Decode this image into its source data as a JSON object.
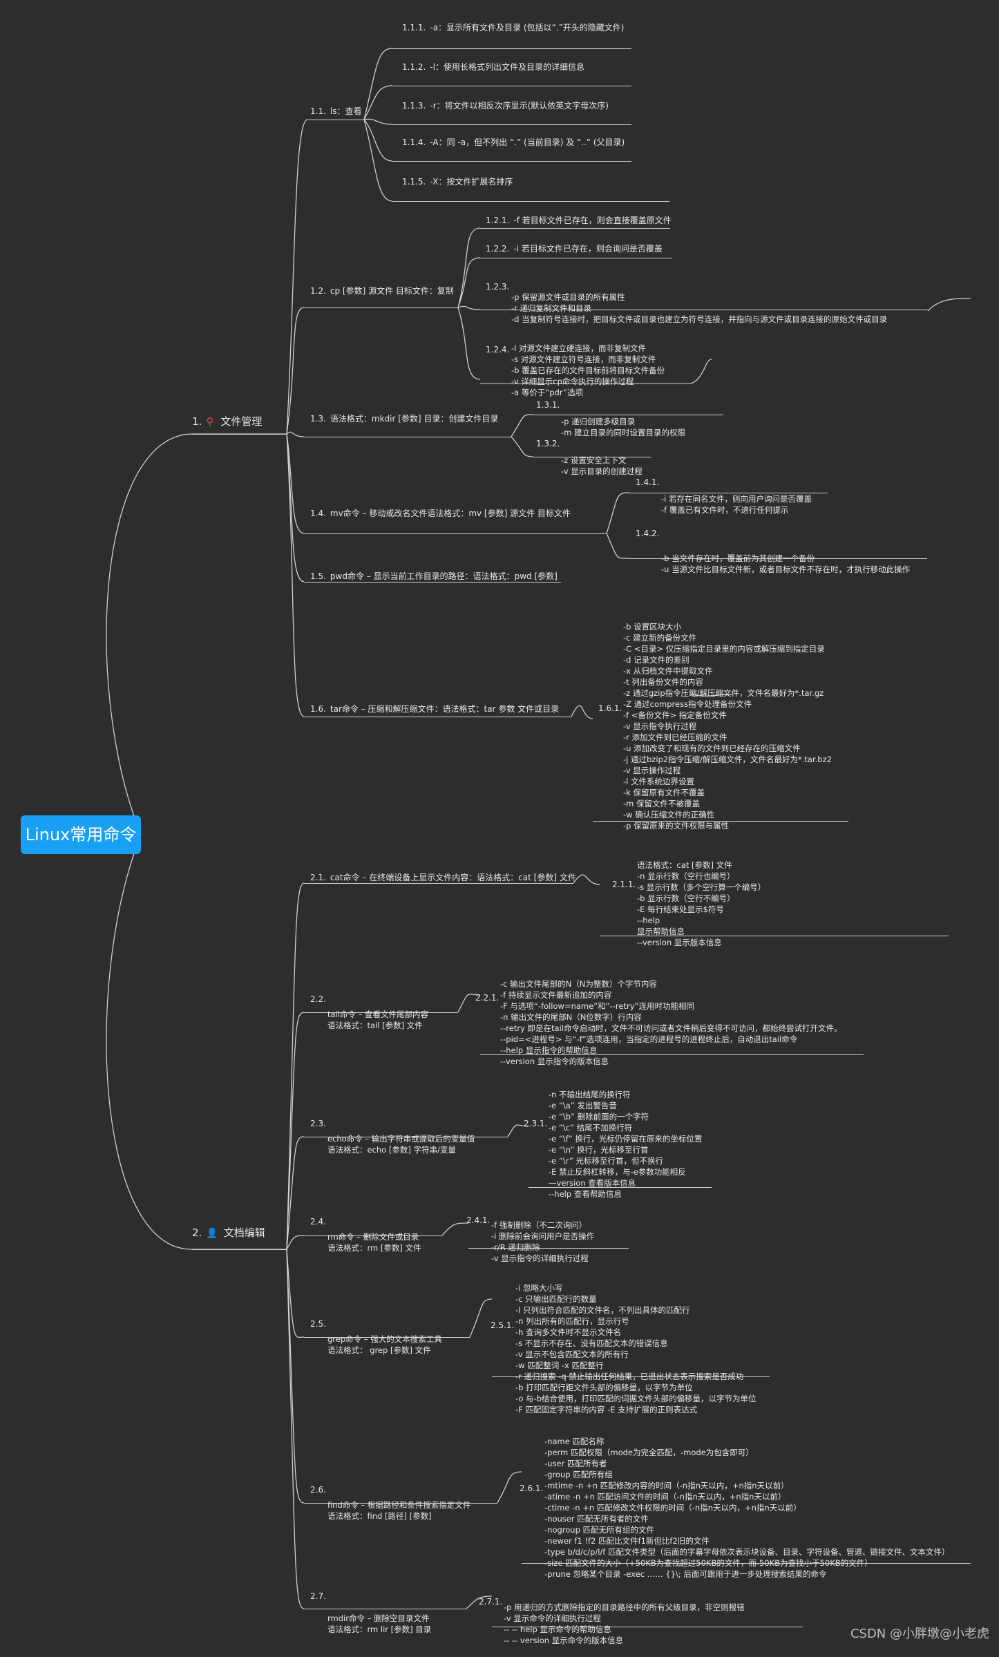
{
  "root": "Linux常用命令",
  "watermark": "CSDN @小胖墩@小老虎",
  "sec1": {
    "num": "1.",
    "title": "文件管理",
    "n11": {
      "num": "1.1.",
      "text": "ls：查看"
    },
    "n111": {
      "num": "1.1.1.",
      "text": "-a：显示所有文件及目录 (包括以“.”开头的隐藏文件)"
    },
    "n112": {
      "num": "1.1.2.",
      "text": "-l：使用长格式列出文件及目录的详细信息"
    },
    "n113": {
      "num": "1.1.3.",
      "text": "-r：将文件以相反次序显示(默认依英文字母次序)"
    },
    "n114": {
      "num": "1.1.4.",
      "text": "-A：同 -a，但不列出 “.” (当前目录) 及 “..” (父目录)"
    },
    "n115": {
      "num": "1.1.5.",
      "text": "-X：按文件扩展名排序"
    },
    "n12": {
      "num": "1.2.",
      "text": "cp [参数] 源文件 目标文件：复制"
    },
    "n121": {
      "num": "1.2.1.",
      "text": "-f 若目标文件已存在，则会直接覆盖原文件"
    },
    "n122": {
      "num": "1.2.2.",
      "text": "-i 若目标文件已存在，则会询问是否覆盖"
    },
    "n123": {
      "num": "1.2.3.",
      "lines": [
        "-p 保留源文件或目录的所有属性",
        "-r 递归复制文件和目录",
        "-d 当复制符号连接时，把目标文件或目录也建立为符号连接，并指向与源文件或目录连接的原始文件或目录"
      ]
    },
    "n124": {
      "num": "1.2.4.",
      "lines": [
        "-l 对源文件建立硬连接，而非复制文件",
        "-s 对源文件建立符号连接，而非复制文件",
        "-b 覆盖已存在的文件目标前将目标文件备份",
        "-v 详细显示cp命令执行的操作过程",
        "-a 等价于“pdr”选项"
      ]
    },
    "n13": {
      "num": "1.3.",
      "text": "语法格式：mkdir [参数] 目录：创建文件目录"
    },
    "n131": {
      "num": "1.3.1.",
      "lines": [
        "-p 递归创建多级目录",
        "-m 建立目录的同时设置目录的权限"
      ]
    },
    "n132": {
      "num": "1.3.2.",
      "lines": [
        "-z 设置安全上下文",
        "-v 显示目录的创建过程"
      ]
    },
    "n14": {
      "num": "1.4.",
      "text": "mv命令 – 移动或改名文件语法格式：mv [参数] 源文件 目标文件"
    },
    "n141": {
      "num": "1.4.1.",
      "lines": [
        "-i 若存在同名文件，则向用户询问是否覆盖",
        "-f 覆盖已有文件时，不进行任何提示"
      ]
    },
    "n142": {
      "num": "1.4.2.",
      "lines": [
        "-b 当文件存在时，覆盖前为其创建一个备份",
        "-u 当源文件比目标文件新，或者目标文件不存在时，才执行移动此操作"
      ]
    },
    "n15": {
      "num": "1.5.",
      "text": "pwd命令 – 显示当前工作目录的路径：语法格式：pwd [参数]"
    },
    "n16": {
      "num": "1.6.",
      "text": "tar命令 – 压缩和解压缩文件：语法格式：tar 参数 文件或目录"
    },
    "n161": {
      "num": "1.6.1.",
      "lines": [
        "-b 设置区块大小",
        "-c 建立新的备份文件",
        "-C <目录> 仅压缩指定目录里的内容或解压缩到指定目录",
        "-d 记录文件的差别",
        "-x 从归档文件中提取文件",
        "-t 列出备份文件的内容",
        "-z 通过gzip指令压缩/解压缩文件，文件名最好为*.tar.gz",
        "-Z 通过compress指令处理备份文件",
        "-f <备份文件> 指定备份文件",
        "-v 显示指令执行过程",
        "-r 添加文件到已经压缩的文件",
        "-u 添加改变了和现有的文件到已经存在的压缩文件",
        "-j 通过bzip2指令压缩/解压缩文件，文件名最好为*.tar.bz2",
        "-v 显示操作过程",
        "-l 文件系统边界设置",
        "-k 保留原有文件不覆盖",
        "-m 保留文件不被覆盖",
        "-w 确认压缩文件的正确性",
        "-p 保留原来的文件权限与属性"
      ]
    }
  },
  "sec2": {
    "num": "2.",
    "title": "文档编辑",
    "n21": {
      "num": "2.1.",
      "text": "cat命令 – 在终端设备上显示文件内容：语法格式：cat [参数] 文件"
    },
    "n211": {
      "num": "2.1.1.",
      "lines": [
        "语法格式：cat [参数] 文件",
        "-n 显示行数（空行也编号）",
        "-s 显示行数（多个空行算一个编号）",
        "-b 显示行数（空行不编号）",
        "-E 每行结束处显示$符号",
        "--help",
        "显示帮助信息",
        "--version 显示版本信息"
      ]
    },
    "n22": {
      "num": "2.2.",
      "lines": [
        "tail命令 – 查看文件尾部内容",
        "语法格式：tail [参数] 文件"
      ]
    },
    "n221": {
      "num": "2.2.1.",
      "lines": [
        "-c 输出文件尾部的N（N为整数）个字节内容",
        "-f 持续显示文件最新追加的内容",
        "-F 与选项“-follow=name”和“--retry”连用时功能相同",
        "-n 输出文件的尾部N（N位数字）行内容",
        "--retry 即是在tail命令启动时，文件不可访问或者文件稍后变得不可访问，都始终尝试打开文件。",
        "--pid=<进程号> 与“-f”选项连用，当指定的进程号的进程终止后，自动退出tail命令",
        "--help 显示指令的帮助信息",
        "--version 显示指令的版本信息"
      ]
    },
    "n23": {
      "num": "2.3.",
      "lines": [
        "echo命令 – 输出字符串或提取后的变量值",
        "语法格式：echo [参数] 字符串/变量"
      ]
    },
    "n231": {
      "num": "2.3.1.",
      "lines": [
        "-n 不输出结尾的换行符",
        "-e “\\a” 发出警告音",
        "-e “\\b” 删除前面的一个字符",
        "-e “\\c” 结尾不加换行符",
        "-e “\\f” 换行，光标仍停留在原来的坐标位置",
        "-e “\\n” 换行，光标移至行首",
        "-e “\\r” 光标移至行首，但不换行",
        "-E 禁止反斜杠转移，与-e参数功能相反",
        "—version 查看版本信息",
        "--help 查看帮助信息"
      ]
    },
    "n24": {
      "num": "2.4.",
      "lines": [
        "rm命令 – 删除文件或目录",
        "语法格式：rm [参数] 文件"
      ]
    },
    "n241": {
      "num": "2.4.1.",
      "lines": [
        "-f 强制删除（不二次询问）",
        "-i 删除前会询问用户是否操作",
        "-r/R 递归删除",
        "-v 显示指令的详细执行过程"
      ]
    },
    "n25": {
      "num": "2.5.",
      "lines": [
        "grep命令 – 强大的文本搜索工具",
        "语法格式： grep [参数] 文件"
      ]
    },
    "n251": {
      "num": "2.5.1.",
      "lines": [
        "-i 忽略大小写",
        "-c 只输出匹配行的数量",
        "-l 只列出符合匹配的文件名，不列出具体的匹配行",
        "-n 列出所有的匹配行，显示行号",
        "-h 查询多文件时不显示文件名",
        "-s 不显示不存在、没有匹配文本的错误信息",
        "-v 显示不包含匹配文本的所有行",
        "-w 匹配整词 -x 匹配整行",
        "-r 递归搜索 -q 禁止输出任何结果，已退出状态表示搜索是否成功",
        "-b 打印匹配行距文件头部的偏移量，以字节为单位",
        "-o 与-b结合使用，打印匹配的词据文件头部的偏移量，以字节为单位",
        "-F 匹配固定字符串的内容 -E 支持扩展的正则表达式"
      ]
    },
    "n26": {
      "num": "2.6.",
      "lines": [
        "find命令 – 根据路径和条件搜索指定文件",
        "语法格式：find [路径] [参数]"
      ]
    },
    "n261": {
      "num": "2.6.1.",
      "lines": [
        "-name 匹配名称",
        "-perm 匹配权限（mode为完全匹配，-mode为包含即可）",
        "-user 匹配所有者",
        "-group 匹配所有组",
        "-mtime -n +n 匹配修改内容的时间（-n指n天以内，+n指n天以前）",
        "-atime -n +n 匹配访问文件的时间（-n指n天以内，+n指n天以前）",
        "-ctime -n +n 匹配修改文件权限的时间（-n指n天以内，+n指n天以前）",
        "-nouser 匹配无所有者的文件",
        "-nogroup 匹配无所有组的文件",
        "-newer f1 !f2 匹配比文件f1新但比f2旧的文件",
        "-type b/d/c/p/l/f 匹配文件类型（后面的字幕字母依次表示块设备、目录、字符设备、管道、链接文件、文本文件）",
        "-size 匹配文件的大小（+50KB为查找超过50KB的文件，而-50KB为查找小于50KB的文件）",
        "-prune 忽略某个目录 -exec …… {}\\; 后面可跟用于进一步处理搜索结果的命令"
      ]
    },
    "n27": {
      "num": "2.7.",
      "lines": [
        "rmdir命令 – 删除空目录文件",
        "语法格式：rm lir [参数] 目录"
      ]
    },
    "n271": {
      "num": "2.7.1.",
      "lines": [
        "-p 用递归的方式删除指定的目录路径中的所有父级目录，非空则报错",
        "-v 显示命令的详细执行过程",
        "-- -- help 显示命令的帮助信息",
        "-- -- version 显示命令的版本信息"
      ]
    }
  }
}
